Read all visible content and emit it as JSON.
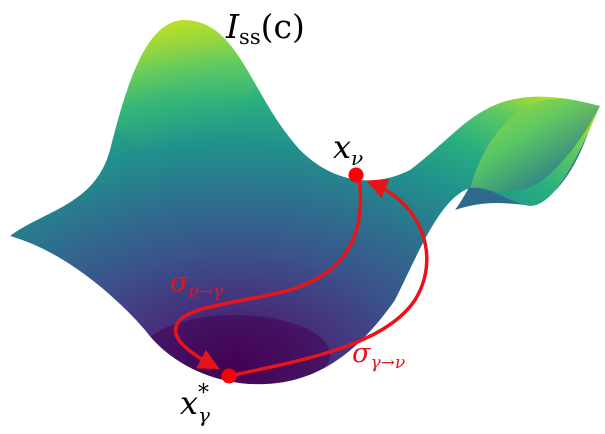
{
  "figure": {
    "title": {
      "base": "I",
      "subscript": "ss",
      "argument": "(c)"
    },
    "nodes": [
      {
        "id": "x-nu",
        "symbol": "x",
        "subscript": "ν",
        "superscript": ""
      },
      {
        "id": "x-gamma-star",
        "symbol": "x",
        "subscript": "γ",
        "superscript": "*"
      }
    ],
    "paths": [
      {
        "id": "sigma-nu-to-gamma",
        "symbol": "σ",
        "subscript": "ν→γ"
      },
      {
        "id": "sigma-gamma-to-nu",
        "symbol": "σ",
        "subscript": "γ→ν"
      }
    ],
    "colors": {
      "path": "#e8141c",
      "node": "#ff0000",
      "surface_colormap": "viridis",
      "surface_low": "#440154",
      "surface_mid": "#21918c",
      "surface_high": "#fde725"
    }
  }
}
